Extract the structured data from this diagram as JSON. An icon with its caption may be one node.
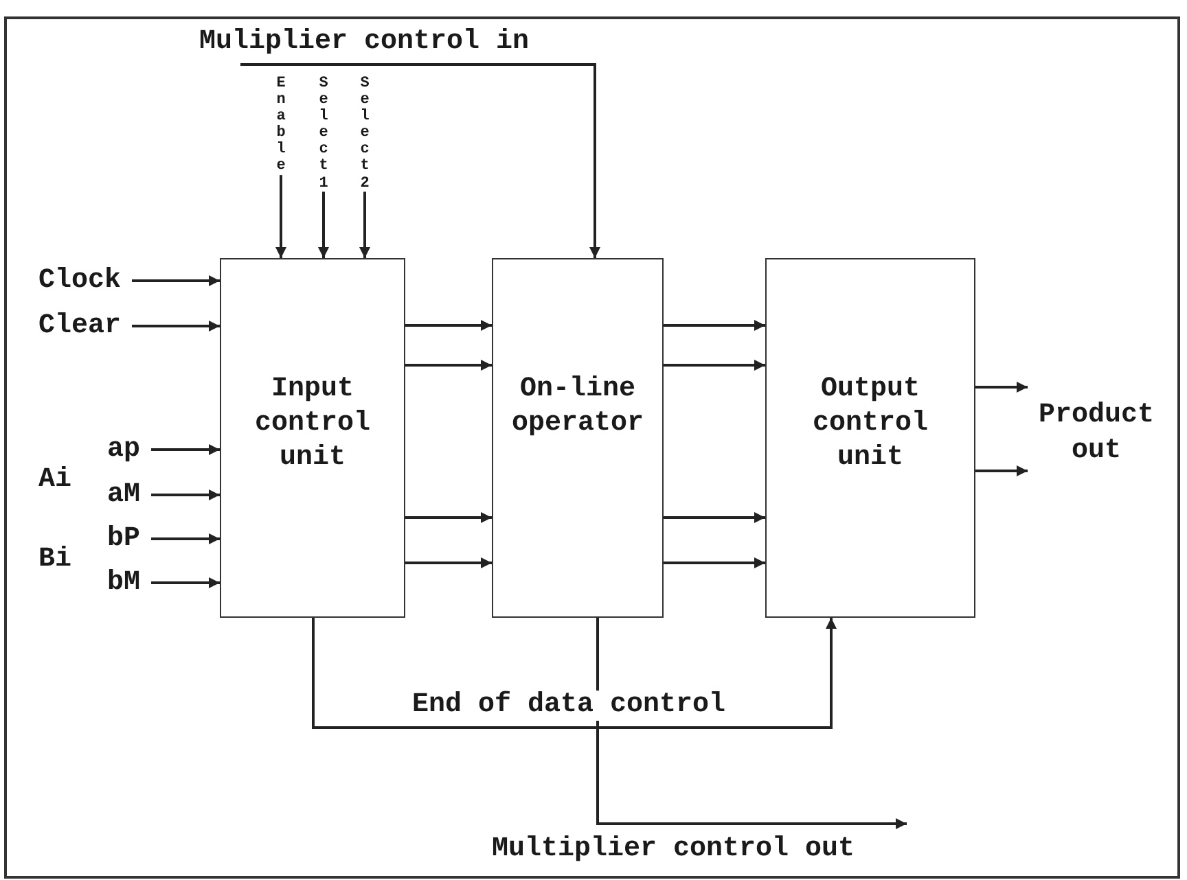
{
  "diagram": {
    "nodes": [
      {
        "text": [
          "Input control unit"
        ]
      },
      {
        "text": [
          "On-line operator"
        ]
      },
      {
        "text": [
          "Output control unit"
        ]
      },
      {
        "text": [
          "Muliplier control in"
        ]
      },
      {
        "text": [
          "Enable"
        ]
      },
      {
        "text": [
          "Select1"
        ]
      },
      {
        "text": [
          "Select2"
        ]
      },
      {
        "text": [
          "Clock"
        ]
      },
      {
        "text": [
          "Clear"
        ]
      },
      {
        "text": [
          "ap"
        ]
      },
      {
        "text": [
          "aM"
        ]
      },
      {
        "text": [
          "bP"
        ]
      },
      {
        "text": [
          "bM"
        ]
      },
      {
        "text": [
          "Product out"
        ]
      }
    ],
    "edges": [
      {
        "from": 3,
        "to": 1,
        "arrow": "to"
      },
      {
        "from": 4,
        "to": 0,
        "arrow": "to"
      },
      {
        "from": 5,
        "to": 0,
        "arrow": "to"
      },
      {
        "from": 6,
        "to": 0,
        "arrow": "to"
      },
      {
        "from": 7,
        "to": 0,
        "arrow": "to"
      },
      {
        "from": 8,
        "to": 0,
        "arrow": "to"
      },
      {
        "from": 9,
        "to": 0,
        "arrow": "to"
      },
      {
        "from": 10,
        "to": 0,
        "arrow": "to"
      },
      {
        "from": 11,
        "to": 0,
        "arrow": "to"
      },
      {
        "from": 12,
        "to": 0,
        "arrow": "to"
      },
      {
        "from": 0,
        "to": 1,
        "arrow": "to"
      },
      {
        "from": 0,
        "to": 1,
        "arrow": "to"
      },
      {
        "from": 0,
        "to": 1,
        "arrow": "to"
      },
      {
        "from": 0,
        "to": 1,
        "arrow": "to"
      },
      {
        "from": 1,
        "to": 2,
        "arrow": "to"
      },
      {
        "from": 1,
        "to": 2,
        "arrow": "to"
      },
      {
        "from": 1,
        "to": 2,
        "arrow": "to"
      },
      {
        "from": 1,
        "to": 2,
        "arrow": "to"
      },
      {
        "from": 2,
        "to": 13,
        "arrow": "to"
      },
      {
        "from": 2,
        "to": 13,
        "arrow": "to"
      },
      {
        "from": 0,
        "to": 2,
        "arrow": "to",
        "label": "End of data control"
      },
      {
        "from": 1,
        "to": null,
        "arrow": "to",
        "label": "Multiplier control out"
      }
    ],
    "labels": [
      "Ai",
      "Bi"
    ]
  }
}
